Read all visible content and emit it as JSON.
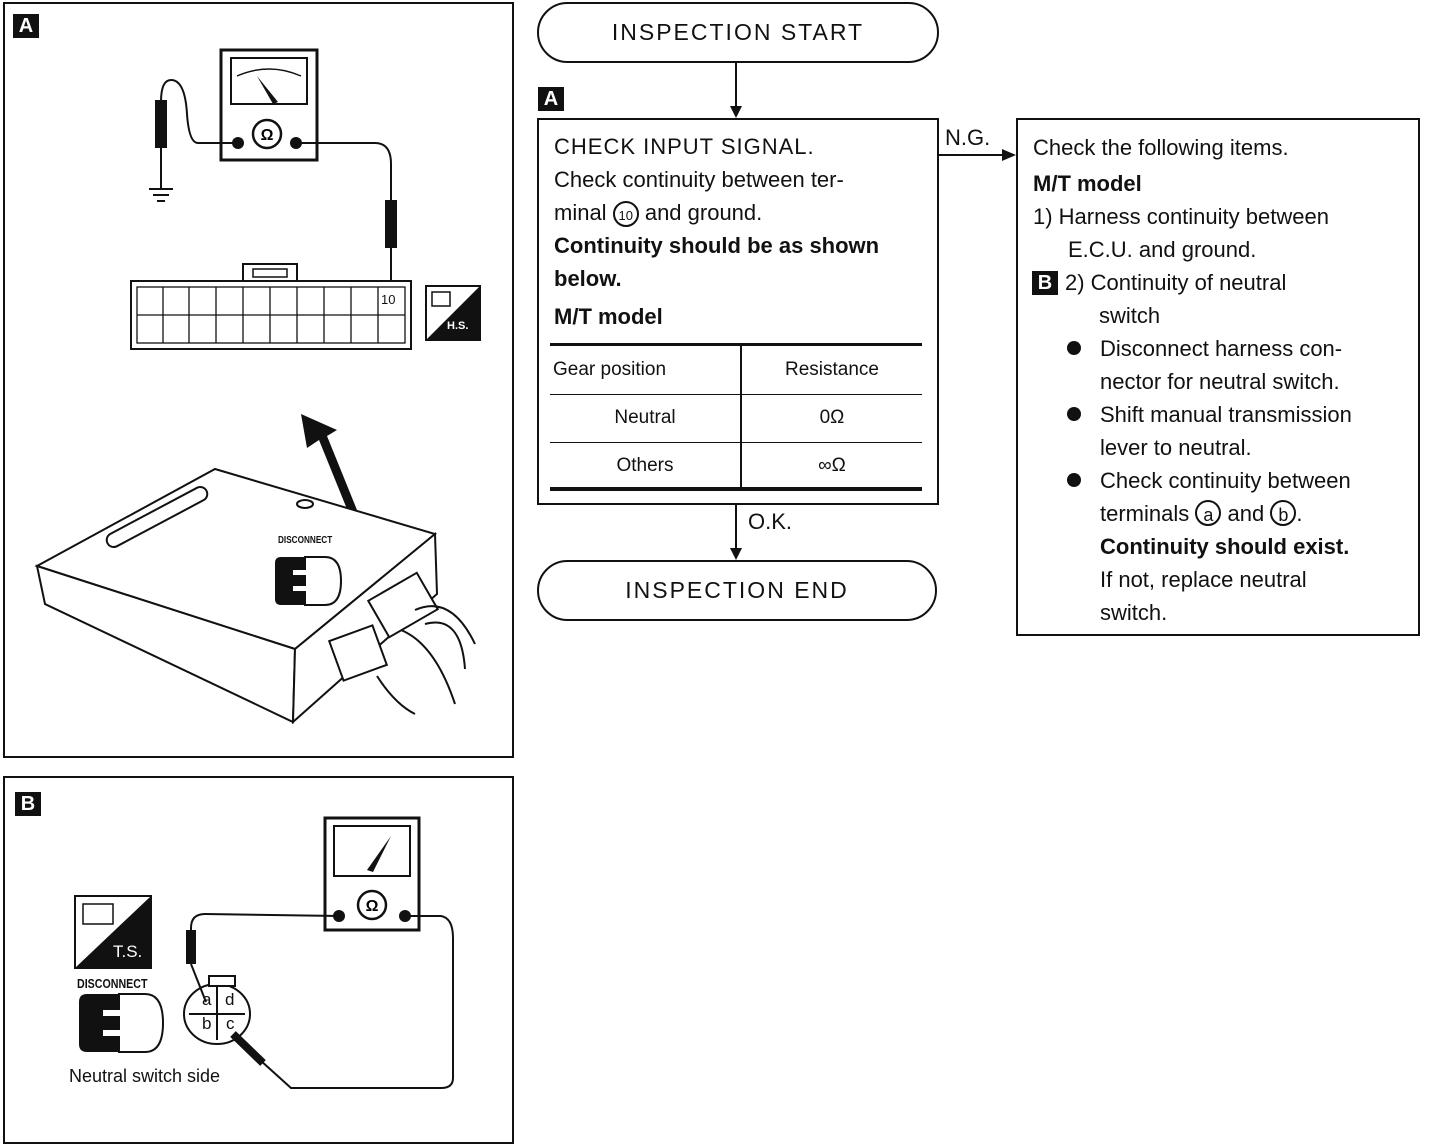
{
  "panel_a": {
    "tag": "A",
    "connector_terminal": "10",
    "hs_badge": "H.S.",
    "disconnect_label": "DISCONNECT"
  },
  "panel_b": {
    "tag": "B",
    "ts_badge": "T.S.",
    "disconnect_label": "DISCONNECT",
    "terminals": [
      "a",
      "d",
      "b",
      "c"
    ],
    "caption": "Neutral switch side"
  },
  "flow": {
    "start": "INSPECTION START",
    "end": "INSPECTION END",
    "step_tag": "A",
    "ng_label": "N.G.",
    "ok_label": "O.K.",
    "check": {
      "title": "CHECK INPUT SIGNAL.",
      "line1": "Check continuity between ter-",
      "line2_pre": "minal",
      "line2_terminal": "10",
      "line2_post": "and ground.",
      "bold1": "Continuity should be as shown",
      "bold2": "below.",
      "model": "M/T model",
      "table": {
        "headers": [
          "Gear position",
          "Resistance"
        ],
        "rows": [
          [
            "Neutral",
            "0Ω"
          ],
          [
            "Others",
            "∞Ω"
          ]
        ]
      }
    },
    "ng_box": {
      "intro": "Check the following items.",
      "model": "M/T model",
      "item1_a": "1)  Harness continuity between",
      "item1_b": "E.C.U. and ground.",
      "item2_tag": "B",
      "item2_a": "2)  Continuity of neutral",
      "item2_b": "switch",
      "bullet1_a": "Disconnect harness con-",
      "bullet1_b": "nector for neutral switch.",
      "bullet2_a": "Shift manual transmission",
      "bullet2_b": "lever to neutral.",
      "bullet3_a": "Check continuity between",
      "bullet3_b_pre": "terminals",
      "bullet3_term_a": "a",
      "bullet3_and": "and",
      "bullet3_term_b": "b",
      "bullet3_b_post": ".",
      "bullet3_bold": "Continuity should exist.",
      "bullet3_c": "If not, replace neutral",
      "bullet3_d": "switch."
    }
  }
}
